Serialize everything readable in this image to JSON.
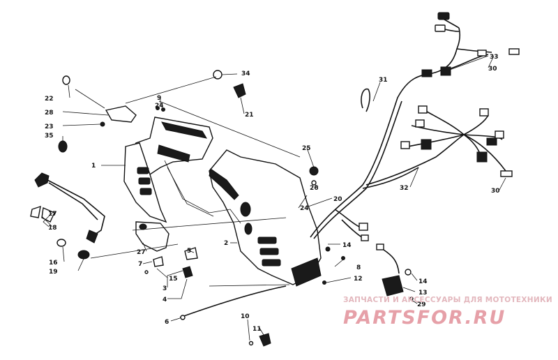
{
  "callouts": [
    {
      "id": "c1",
      "label": "1"
    },
    {
      "id": "c2",
      "label": "2"
    },
    {
      "id": "c3",
      "label": "3"
    },
    {
      "id": "c4",
      "label": "4"
    },
    {
      "id": "c5",
      "label": "5"
    },
    {
      "id": "c6",
      "label": "6"
    },
    {
      "id": "c7",
      "label": "7"
    },
    {
      "id": "c8",
      "label": "8"
    },
    {
      "id": "c9",
      "label": "9"
    },
    {
      "id": "c10",
      "label": "10"
    },
    {
      "id": "c11",
      "label": "11"
    },
    {
      "id": "c12",
      "label": "12"
    },
    {
      "id": "c13",
      "label": "13"
    },
    {
      "id": "c14a",
      "label": "14"
    },
    {
      "id": "c14b",
      "label": "14"
    },
    {
      "id": "c15",
      "label": "15"
    },
    {
      "id": "c16",
      "label": "16"
    },
    {
      "id": "c17",
      "label": "17"
    },
    {
      "id": "c18",
      "label": "18"
    },
    {
      "id": "c19",
      "label": "19"
    },
    {
      "id": "c20",
      "label": "20"
    },
    {
      "id": "c21",
      "label": "21"
    },
    {
      "id": "c22",
      "label": "22"
    },
    {
      "id": "c23",
      "label": "23"
    },
    {
      "id": "c24a",
      "label": "24"
    },
    {
      "id": "c24b",
      "label": "24"
    },
    {
      "id": "c25",
      "label": "25"
    },
    {
      "id": "c26",
      "label": "26"
    },
    {
      "id": "c27",
      "label": "27"
    },
    {
      "id": "c28",
      "label": "28"
    },
    {
      "id": "c29",
      "label": "29"
    },
    {
      "id": "c30a",
      "label": "30"
    },
    {
      "id": "c30b",
      "label": "30"
    },
    {
      "id": "c31",
      "label": "31"
    },
    {
      "id": "c32",
      "label": "32"
    },
    {
      "id": "c33",
      "label": "33"
    },
    {
      "id": "c34",
      "label": "34"
    },
    {
      "id": "c35",
      "label": "35"
    }
  ],
  "watermark": {
    "tagline": "ЗАПЧАСТИ И АКСЕССУАРЫ ДЛЯ МОТОТЕХНИКИ",
    "logo": "PARTSFOR.RU",
    "color": "#e6a0a8"
  }
}
